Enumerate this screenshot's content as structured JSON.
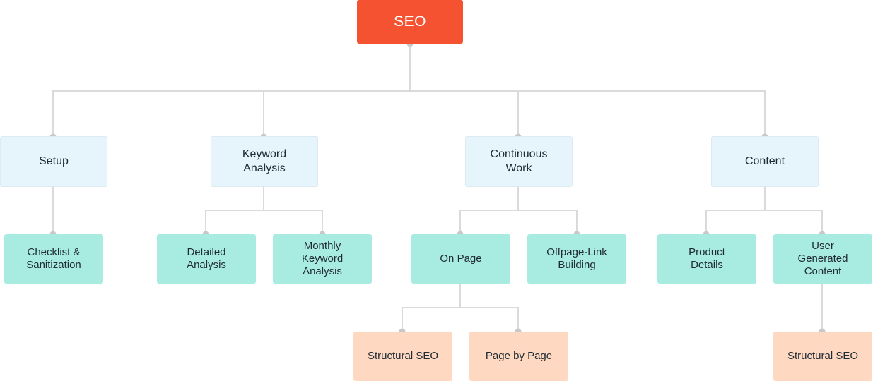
{
  "diagram": {
    "root": {
      "label": "SEO"
    },
    "setup": {
      "label": "Setup",
      "checklist": {
        "label": "Checklist &\nSanitization"
      }
    },
    "keyword_analysis": {
      "label": "Keyword\nAnalysis",
      "detailed": {
        "label": "Detailed\nAnalysis"
      },
      "monthly": {
        "label": "Monthly\nKeyword\nAnalysis"
      }
    },
    "continuous_work": {
      "label": "Continuous\nWork",
      "on_page": {
        "label": "On Page",
        "structural_seo": {
          "label": "Structural SEO"
        },
        "page_by_page": {
          "label": "Page by Page"
        }
      },
      "offpage": {
        "label": "Offpage-Link\nBuilding"
      }
    },
    "content": {
      "label": "Content",
      "product_details": {
        "label": "Product\nDetails"
      },
      "user_generated": {
        "label": "User\nGenerated\nContent",
        "structural_seo": {
          "label": "Structural SEO"
        }
      }
    },
    "colors": {
      "root": "#f45230",
      "level1": "#e6f4fc",
      "level2": "#a8ebe0",
      "level3": "#fed8c0",
      "connector": "#d9d9d9",
      "dot": "#c4c4c4"
    }
  }
}
